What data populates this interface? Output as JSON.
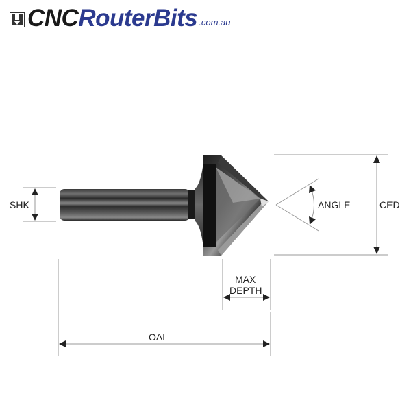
{
  "logo": {
    "part1": "CNC",
    "part2": "RouterBits",
    "domain": ".com.au",
    "colors": {
      "dark": "#1a1a1a",
      "blue": "#2b3a8f"
    }
  },
  "diagram": {
    "subject": "V-groove router bit",
    "labels": {
      "shank": "SHK",
      "angle": "ANGLE",
      "cutting_edge_diameter": "CED",
      "max_depth_line1": "MAX",
      "max_depth_line2": "DEPTH",
      "overall_length": "OAL"
    },
    "line_color": "#999999",
    "arrow_color": "#222222"
  }
}
